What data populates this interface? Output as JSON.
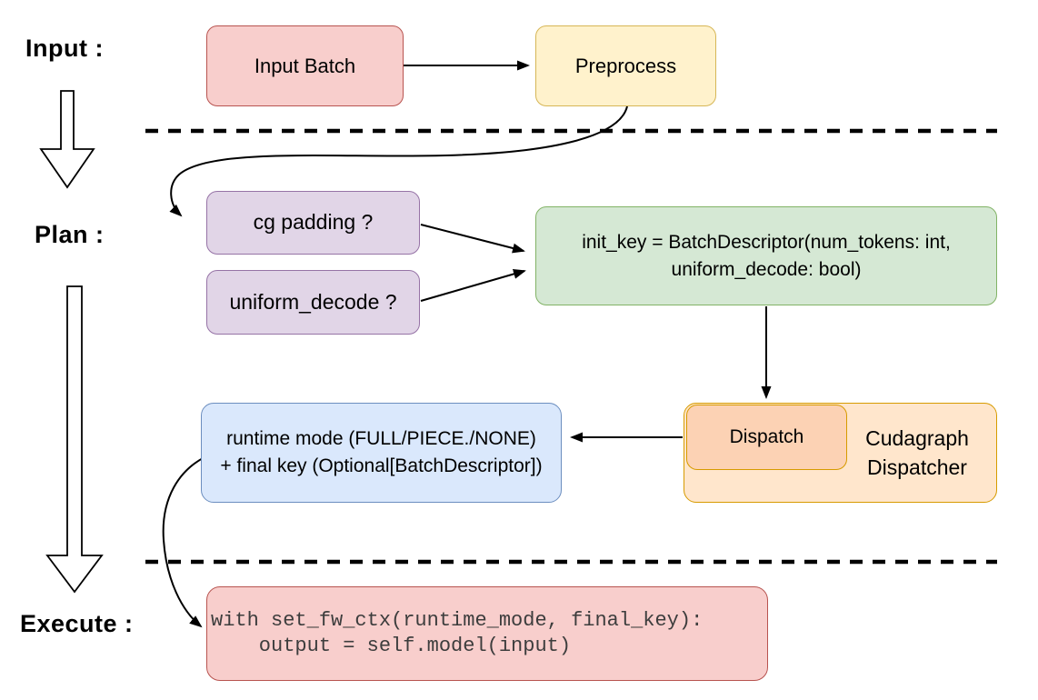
{
  "diagram": {
    "stage_labels": {
      "input": "Input :",
      "plan": "Plan :",
      "execute": "Execute :"
    },
    "nodes": {
      "input_batch": {
        "label": "Input Batch"
      },
      "preprocess": {
        "label": "Preprocess"
      },
      "cg_padding": {
        "label": "cg padding ?"
      },
      "uniform_decode": {
        "label": "uniform_decode ?"
      },
      "init_key": {
        "line1": "init_key = BatchDescriptor(num_tokens: int,",
        "line2": "uniform_decode: bool)"
      },
      "dispatch": {
        "label": "Dispatch"
      },
      "cudagraph_dispatcher": {
        "line1": "Cudagraph",
        "line2": "Dispatcher"
      },
      "runtime_mode": {
        "line1": "runtime mode (FULL/PIECE./NONE)",
        "line2": "+ final key (Optional[BatchDescriptor])"
      },
      "execute_code": {
        "line1": "with set_fw_ctx(runtime_mode, final_key):",
        "line2": "    output = self.model(input)"
      }
    },
    "colors": {
      "red_fill": "#f8cecc",
      "red_stroke": "#b85450",
      "yellow_fill": "#fff2cc",
      "yellow_stroke": "#d6b656",
      "purple_fill": "#e1d5e7",
      "purple_stroke": "#9673a6",
      "green_fill": "#d5e8d4",
      "green_stroke": "#82b366",
      "orange_fill": "#ffe6cc",
      "orange_stroke": "#d79b00",
      "peach_fill": "#fcd2b4",
      "blue_fill": "#dae8fc",
      "blue_stroke": "#6c8ebf",
      "connector": "#000000",
      "code_text": "#3d3d3d"
    }
  }
}
